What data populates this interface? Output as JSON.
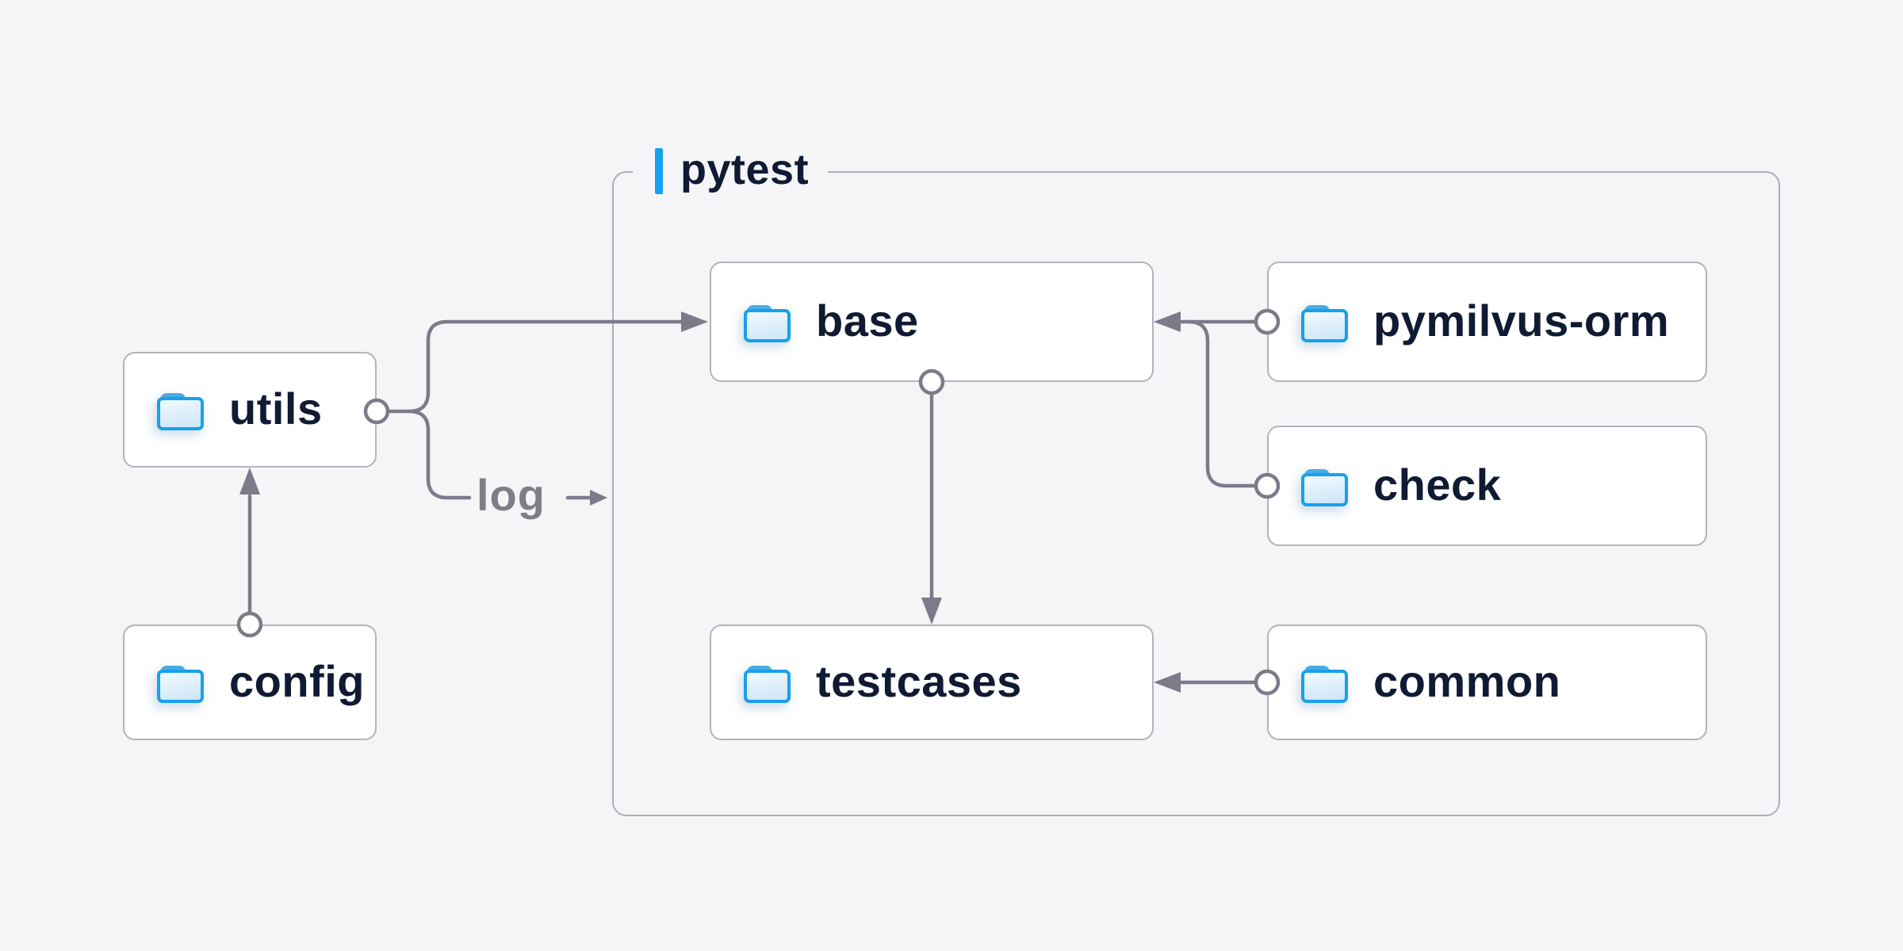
{
  "group": {
    "label": "pytest"
  },
  "nodes": [
    {
      "id": "utils",
      "label": "utils"
    },
    {
      "id": "config",
      "label": "config"
    },
    {
      "id": "base",
      "label": "base"
    },
    {
      "id": "pymilvus-orm",
      "label": "pymilvus-orm"
    },
    {
      "id": "check",
      "label": "check"
    },
    {
      "id": "testcases",
      "label": "testcases"
    },
    {
      "id": "common",
      "label": "common"
    }
  ],
  "labels": {
    "log": "log"
  },
  "edges": [
    {
      "from": "config",
      "to": "utils"
    },
    {
      "from": "utils",
      "to": "base"
    },
    {
      "from": "utils",
      "to": "log",
      "label": "log"
    },
    {
      "from": "pymilvus-orm",
      "to": "base"
    },
    {
      "from": "check",
      "to": "base"
    },
    {
      "from": "base",
      "to": "testcases"
    },
    {
      "from": "common",
      "to": "testcases"
    }
  ],
  "icons": {
    "node_icon": "folder-icon"
  },
  "colors": {
    "background": "#f5f5f7",
    "node_background": "#ffffff",
    "node_border": "#b3b2bf",
    "group_border": "#aeadbb",
    "connector": "#7b7b89",
    "text": "#101a33",
    "muted_text": "#7e7e89",
    "accent_blue": "#14a3f1",
    "folder_stroke": "#18a0ec",
    "folder_tab": "#4aace4",
    "folder_fill_light": "#f4fafe",
    "folder_fill_dark": "#cfe8f8"
  }
}
